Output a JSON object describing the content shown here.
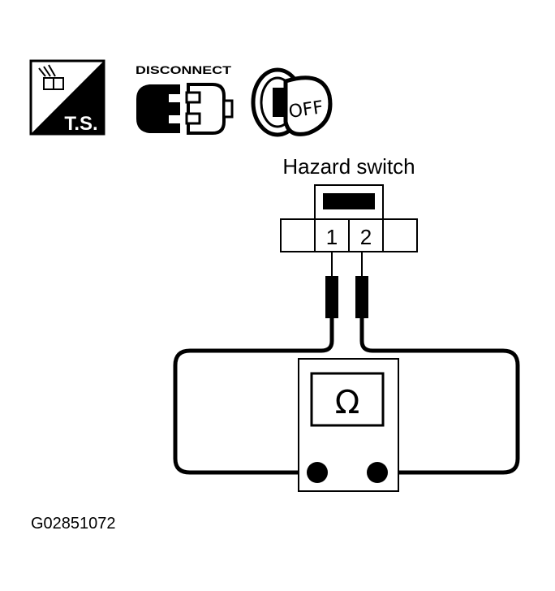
{
  "icons": {
    "ts": {
      "name": "ts-icon",
      "label": "T.S."
    },
    "disconnect": {
      "name": "disconnect-icon",
      "label": "DISCONNECT"
    },
    "ignition": {
      "name": "ignition-key-icon",
      "label": "OFF"
    }
  },
  "connector": {
    "title": "Hazard switch",
    "terminals": [
      "1",
      "2"
    ]
  },
  "meter": {
    "icon": "ohmmeter-icon",
    "symbol": "Ω"
  },
  "figure_id": "G02851072",
  "colors": {
    "ink": "#000000",
    "background": "#ffffff"
  }
}
